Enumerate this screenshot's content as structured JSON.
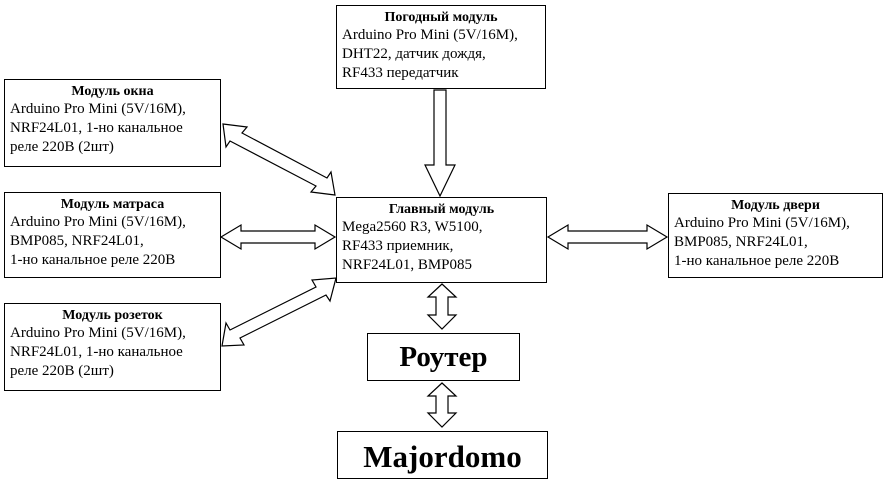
{
  "weather": {
    "title": "Погодный модуль",
    "lines": [
      "Arduino Pro Mini (5V/16M),",
      "DHT22, датчик дождя,",
      "RF433 передатчик"
    ]
  },
  "window": {
    "title": "Модуль окна",
    "lines": [
      "Arduino Pro Mini (5V/16M),",
      "NRF24L01, 1-но канальное",
      "реле 220В (2шт)"
    ]
  },
  "mattress": {
    "title": "Модуль матраса",
    "lines": [
      "Arduino Pro Mini (5V/16M),",
      "BMP085, NRF24L01,",
      "1-но канальное реле 220В"
    ]
  },
  "sockets": {
    "title": "Модуль розеток",
    "lines": [
      "Arduino Pro Mini (5V/16M),",
      "NRF24L01, 1-но канальное",
      "реле 220В (2шт)"
    ]
  },
  "main": {
    "title": "Главный модуль",
    "lines": [
      "Mega2560 R3, W5100,",
      "RF433 приемник,",
      "NRF24L01, BMP085"
    ]
  },
  "door": {
    "title": "Модуль двери",
    "lines": [
      "Arduino Pro Mini (5V/16M),",
      "BMP085, NRF24L01,",
      "1-но канальное реле 220В"
    ]
  },
  "router": {
    "label": "Роутер"
  },
  "majordomo": {
    "label": "Majordomo"
  }
}
